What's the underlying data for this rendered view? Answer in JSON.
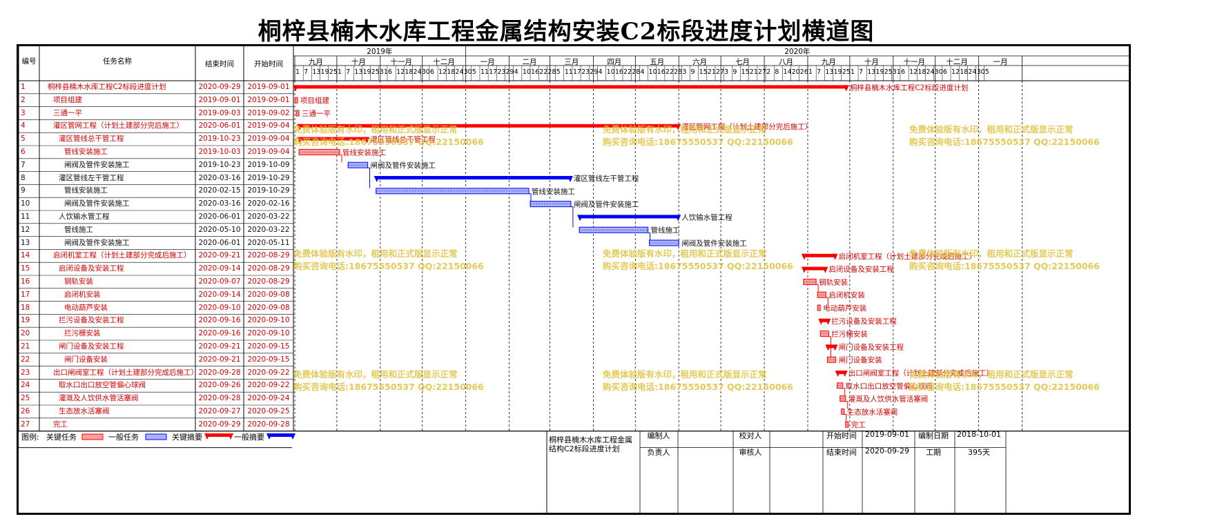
{
  "title": "桐梓县楠木水库工程金属结构安装C2标段进度计划横道图",
  "columns": {
    "id": "编号",
    "name": "任务名称",
    "end": "结束时间",
    "start": "开始时间"
  },
  "years": [
    "2019年",
    "2020年"
  ],
  "months": [
    "九月",
    "十月",
    "十一月",
    "十二月",
    "一月",
    "二月",
    "三月",
    "四月",
    "五月",
    "六月",
    "七月",
    "八月",
    "九月",
    "十月",
    "十一月",
    "十二月",
    "一月"
  ],
  "days": [
    "1",
    "7",
    "13",
    "19",
    "25",
    "1",
    "7",
    "13",
    "19",
    "25",
    "31",
    "6",
    "12",
    "18",
    "24",
    "30",
    "6",
    "12",
    "18",
    "24",
    "30",
    "5",
    "11",
    "17",
    "23",
    "29",
    "4",
    "10",
    "16",
    "22",
    "28",
    "5",
    "11",
    "17",
    "23",
    "29",
    "4",
    "10",
    "16",
    "22",
    "28",
    "4",
    "10",
    "16",
    "22",
    "28",
    "3",
    "9",
    "15",
    "21",
    "27",
    "3",
    "9",
    "15",
    "21",
    "27",
    "2",
    "8",
    "14",
    "20",
    "26",
    "1",
    "7",
    "13",
    "19",
    "25",
    "1",
    "7",
    "13",
    "19",
    "25",
    "31",
    "6",
    "12",
    "18",
    "24",
    "30",
    "6",
    "12",
    "18",
    "24",
    "30",
    "5"
  ],
  "tasks": [
    {
      "id": "1",
      "name": "桐梓县楠木水库工程C2标段进度计划",
      "end": "2020-09-29",
      "start": "2019-09-01",
      "indent": 0,
      "color": "red",
      "type": "summary",
      "label": "桐梓县楠木水库工程C2标段进度计划"
    },
    {
      "id": "2",
      "name": "项目组建",
      "end": "2019-09-01",
      "start": "2019-09-01",
      "indent": 1,
      "color": "red",
      "type": "task",
      "label": "项目组建"
    },
    {
      "id": "3",
      "name": "三通一平",
      "end": "2019-09-03",
      "start": "2019-09-02",
      "indent": 1,
      "color": "red",
      "type": "task",
      "label": "三通一平"
    },
    {
      "id": "4",
      "name": "灌区管网工程（计划土建部分完后施工）",
      "end": "2020-06-01",
      "start": "2019-09-04",
      "indent": 1,
      "color": "red",
      "type": "summary",
      "label": "灌区管网工程（计划土建部分完后施工）"
    },
    {
      "id": "5",
      "name": "灌区管线总干管工程",
      "end": "2019-10-23",
      "start": "2019-09-04",
      "indent": 2,
      "color": "red",
      "type": "summary",
      "label": "灌区管线总干管工程"
    },
    {
      "id": "6",
      "name": "管线安装施工",
      "end": "2019-10-03",
      "start": "2019-09-04",
      "indent": 3,
      "color": "red",
      "type": "task",
      "label": "管线安装施工"
    },
    {
      "id": "7",
      "name": "闸阀及管件安装施工",
      "end": "2019-10-23",
      "start": "2019-10-09",
      "indent": 3,
      "color": "blue",
      "type": "task",
      "label": "闸阀及管件安装施工"
    },
    {
      "id": "8",
      "name": "灌区管线左干管工程",
      "end": "2020-03-16",
      "start": "2019-10-29",
      "indent": 2,
      "color": "blue",
      "type": "summary",
      "label": "灌区管线左干管工程"
    },
    {
      "id": "9",
      "name": "管线安装施工",
      "end": "2020-02-15",
      "start": "2019-10-29",
      "indent": 3,
      "color": "blue",
      "type": "task",
      "label": "管线安装施工"
    },
    {
      "id": "10",
      "name": "闸阀及管件安装施工",
      "end": "2020-03-16",
      "start": "2020-02-16",
      "indent": 3,
      "color": "blue",
      "type": "task",
      "label": "闸阀及管件安装施工"
    },
    {
      "id": "11",
      "name": "人饮输水管工程",
      "end": "2020-06-01",
      "start": "2020-03-22",
      "indent": 2,
      "color": "blue",
      "type": "summary",
      "label": "人饮输水管工程"
    },
    {
      "id": "12",
      "name": "管线施工",
      "end": "2020-05-10",
      "start": "2020-03-22",
      "indent": 3,
      "color": "blue",
      "type": "task",
      "label": "管线施工"
    },
    {
      "id": "13",
      "name": "闸阀及管件安装施工",
      "end": "2020-06-01",
      "start": "2020-05-11",
      "indent": 3,
      "color": "blue",
      "type": "task",
      "label": "闸阀及管件安装施工"
    },
    {
      "id": "14",
      "name": "启闭机室工程（计划土建部分完成后施工）",
      "end": "2020-09-21",
      "start": "2020-08-29",
      "indent": 1,
      "color": "red",
      "type": "summary",
      "label": "启闭机室工程（计划土建部分完成后施工）"
    },
    {
      "id": "15",
      "name": "启闭设备及安装工程",
      "end": "2020-09-14",
      "start": "2020-08-29",
      "indent": 2,
      "color": "red",
      "type": "summary",
      "label": "启闭设备及安装工程"
    },
    {
      "id": "16",
      "name": "钢轨安装",
      "end": "2020-09-07",
      "start": "2020-08-29",
      "indent": 3,
      "color": "red",
      "type": "task",
      "label": "钢轨安装"
    },
    {
      "id": "17",
      "name": "启闭机安装",
      "end": "2020-09-14",
      "start": "2020-09-08",
      "indent": 3,
      "color": "red",
      "type": "task",
      "label": "启闭机安装"
    },
    {
      "id": "18",
      "name": "电动葫芦安装",
      "end": "2020-09-10",
      "start": "2020-09-08",
      "indent": 3,
      "color": "red",
      "type": "task",
      "label": "电动葫芦安装"
    },
    {
      "id": "19",
      "name": "拦污设备及安装工程",
      "end": "2020-09-16",
      "start": "2020-09-10",
      "indent": 2,
      "color": "red",
      "type": "summary",
      "label": "拦污设备及安装工程"
    },
    {
      "id": "20",
      "name": "拦污栅安装",
      "end": "2020-09-16",
      "start": "2020-09-10",
      "indent": 3,
      "color": "red",
      "type": "task",
      "label": "拦污栅安装"
    },
    {
      "id": "21",
      "name": "闸门设备及安装工程",
      "end": "2020-09-21",
      "start": "2020-09-15",
      "indent": 2,
      "color": "red",
      "type": "summary",
      "label": "闸门设备及安装工程"
    },
    {
      "id": "22",
      "name": "闸门设备安装",
      "end": "2020-09-21",
      "start": "2020-09-15",
      "indent": 3,
      "color": "red",
      "type": "task",
      "label": "闸门设备安装"
    },
    {
      "id": "23",
      "name": "出口闸阀室工程（计划土建部分完成后施工）",
      "end": "2020-09-28",
      "start": "2020-09-22",
      "indent": 1,
      "color": "red",
      "type": "summary",
      "label": "出口闸阀室工程（计划土建部分完成后施工）"
    },
    {
      "id": "24",
      "name": "取水口出口放空管偏心球阀",
      "end": "2020-09-26",
      "start": "2020-09-22",
      "indent": 2,
      "color": "red",
      "type": "task",
      "label": "取水口出口放空管偏心球阀"
    },
    {
      "id": "25",
      "name": "灌溉及人饮供水管活塞阀",
      "end": "2020-09-28",
      "start": "2020-09-24",
      "indent": 2,
      "color": "red",
      "type": "task",
      "label": "灌溉及人饮供水管活塞阀"
    },
    {
      "id": "26",
      "name": "生态放水活塞阀",
      "end": "2020-09-27",
      "start": "2020-09-25",
      "indent": 2,
      "color": "red",
      "type": "task",
      "label": "生态放水活塞阀"
    },
    {
      "id": "27",
      "name": "完工",
      "end": "2020-09-29",
      "start": "2020-09-28",
      "indent": 1,
      "color": "red",
      "type": "task",
      "label": "完工"
    }
  ],
  "watermark": {
    "line1": "免费体验版有水印，租用和正式版显示正常",
    "line2": "购买咨询电话:18675550537 QQ:22150066"
  },
  "legend": {
    "label": "图例:",
    "critical_task": "关键任务",
    "normal_task": "一般任务",
    "critical_summary": "关键摘要",
    "normal_summary": "一般摘要"
  },
  "footer": {
    "project": "桐梓县楠木水库工程金属结构C2标段进度计划",
    "compiler_label": "编制人",
    "checker_label": "校对人",
    "manager_label": "负责人",
    "reviewer_label": "审核人",
    "start_label": "开始时间",
    "start_value": "2019-09-01",
    "end_label": "结束时间",
    "end_value": "2020-09-29",
    "date_label": "编制日期",
    "date_value": "2018-10-01",
    "duration_label": "工期",
    "duration_value": "395天"
  },
  "colors": {
    "red": "#ff0000",
    "blue": "#0000ff",
    "grid": "#000000",
    "critical": "#ff0000",
    "normal": "#0000ff"
  }
}
